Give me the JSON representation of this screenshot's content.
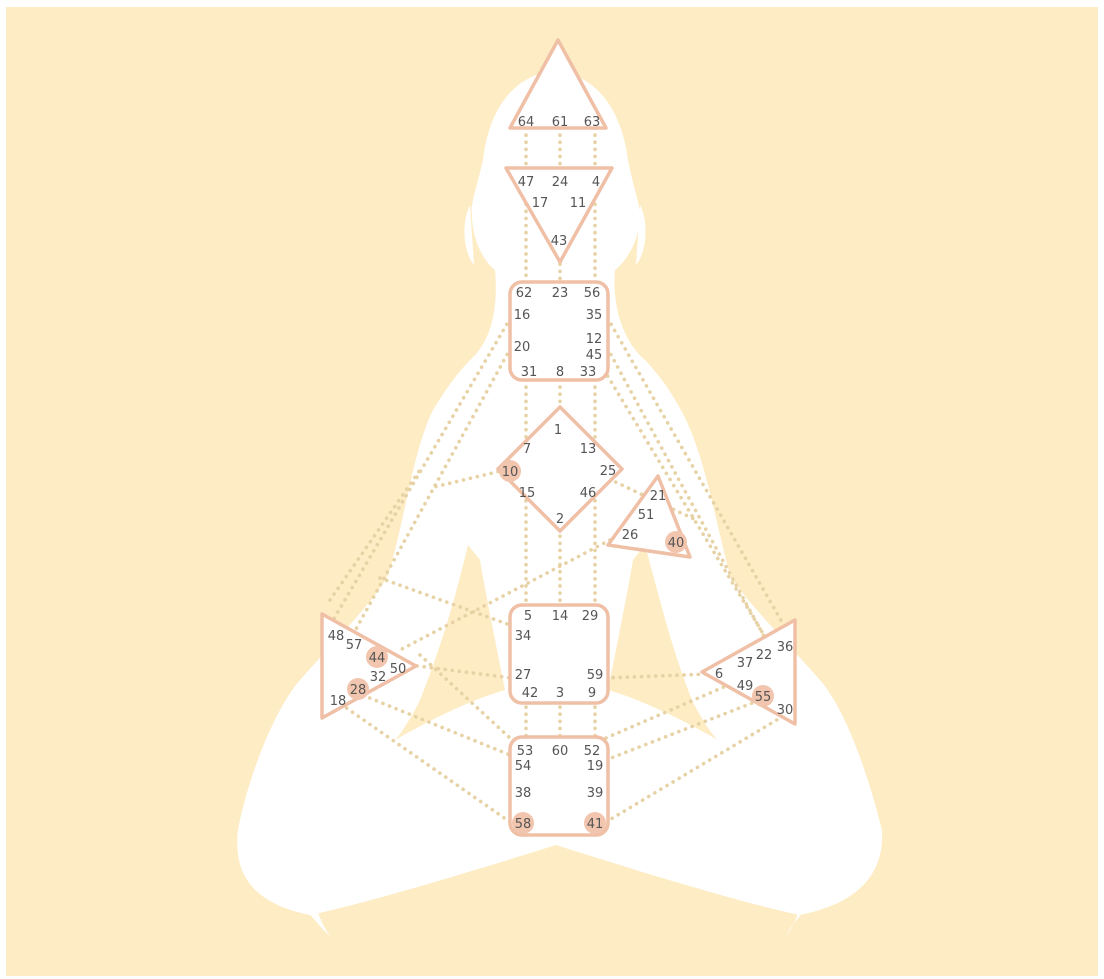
{
  "colors": {
    "background": "#fdecc4",
    "body_silhouette": "#ffffff",
    "center_outline": "#efbfa6",
    "channel_dotted": "#e6d2a4",
    "highlight_fill": "#f2c5ae",
    "gate_text": "#555555"
  },
  "centers": [
    {
      "name": "head",
      "gates": [
        "64",
        "61",
        "63"
      ],
      "highlighted": []
    },
    {
      "name": "ajna",
      "gates": [
        "47",
        "24",
        "4",
        "17",
        "11",
        "43"
      ],
      "highlighted": []
    },
    {
      "name": "throat",
      "gates": [
        "62",
        "23",
        "56",
        "16",
        "35",
        "20",
        "12",
        "45",
        "31",
        "8",
        "33"
      ],
      "highlighted": []
    },
    {
      "name": "g-center",
      "gates": [
        "1",
        "7",
        "13",
        "10",
        "25",
        "15",
        "46",
        "2"
      ],
      "highlighted": [
        "10"
      ]
    },
    {
      "name": "heart",
      "gates": [
        "21",
        "51",
        "26",
        "40"
      ],
      "highlighted": [
        "40"
      ]
    },
    {
      "name": "spleen",
      "gates": [
        "48",
        "57",
        "44",
        "50",
        "32",
        "28",
        "18"
      ],
      "highlighted": [
        "44",
        "28"
      ]
    },
    {
      "name": "solar-plexus",
      "gates": [
        "36",
        "6",
        "37",
        "22",
        "49",
        "55",
        "30"
      ],
      "highlighted": [
        "55"
      ]
    },
    {
      "name": "sacral",
      "gates": [
        "5",
        "14",
        "29",
        "34",
        "27",
        "59",
        "42",
        "3",
        "9"
      ],
      "highlighted": []
    },
    {
      "name": "root",
      "gates": [
        "53",
        "60",
        "52",
        "54",
        "19",
        "38",
        "39",
        "58",
        "41"
      ],
      "highlighted": [
        "58",
        "41"
      ]
    }
  ]
}
